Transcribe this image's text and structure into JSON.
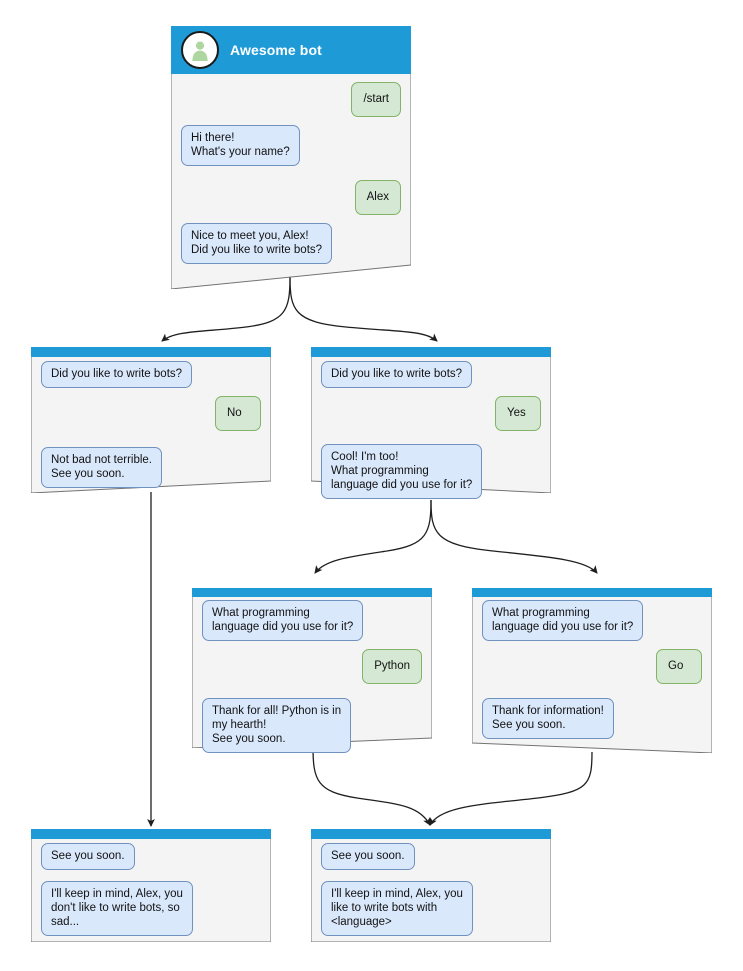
{
  "diagram": {
    "title": "Awesome bot conversation flow",
    "type": "bot-dialog-flowchart"
  },
  "colors": {
    "header_blue": "#1e9ad6",
    "node_fill": "#f4f4f4",
    "node_stroke": "#737373",
    "bot_bubble_fill": "#dae8fc",
    "bot_bubble_stroke": "#7192be",
    "user_bubble_fill": "#d5e8d4",
    "user_bubble_stroke": "#82b366",
    "avatar_person": "#aed6a0",
    "edge_stroke": "#1f1f1f",
    "title_text": "#ffffff"
  },
  "nodes": {
    "root": {
      "id": "root",
      "bot_name": "Awesome bot",
      "avatar_icon": "person-avatar-icon",
      "messages": [
        {
          "side": "user",
          "text": "/start"
        },
        {
          "side": "bot",
          "text": "Hi there!\nWhat's your name?"
        },
        {
          "side": "user",
          "text": "Alex"
        },
        {
          "side": "bot",
          "text": "Nice to meet you, Alex!\nDid you like to write bots?"
        }
      ]
    },
    "no_branch": {
      "id": "no-branch",
      "messages": [
        {
          "side": "bot",
          "text": "Did you like to write bots?"
        },
        {
          "side": "user",
          "text": "No"
        },
        {
          "side": "bot",
          "text": "Not bad not terrible.\nSee you soon."
        }
      ]
    },
    "yes_branch": {
      "id": "yes-branch",
      "messages": [
        {
          "side": "bot",
          "text": "Did you like to write bots?"
        },
        {
          "side": "user",
          "text": "Yes"
        },
        {
          "side": "bot",
          "text": "Cool! I'm too!\nWhat programming\nlanguage did you use for it?"
        }
      ]
    },
    "python_branch": {
      "id": "python-branch",
      "messages": [
        {
          "side": "bot",
          "text": "What programming\nlanguage did you use for it?"
        },
        {
          "side": "user",
          "text": "Python"
        },
        {
          "side": "bot",
          "text": "Thank for all! Python is in\nmy hearth!\nSee you soon."
        }
      ]
    },
    "go_branch": {
      "id": "go-branch",
      "messages": [
        {
          "side": "bot",
          "text": "What programming\nlanguage did you use for it?"
        },
        {
          "side": "user",
          "text": "Go"
        },
        {
          "side": "bot",
          "text": "Thank for information!\nSee you soon."
        }
      ]
    },
    "end_no": {
      "id": "end-no",
      "messages": [
        {
          "side": "bot",
          "text": "See you soon."
        },
        {
          "side": "bot",
          "text": "I'll keep in mind, Alex, you\ndon't like to write bots, so\nsad..."
        }
      ]
    },
    "end_yes": {
      "id": "end-yes",
      "messages": [
        {
          "side": "bot",
          "text": "See you soon."
        },
        {
          "side": "bot",
          "text": "I'll keep in mind, Alex, you\nlike to write bots with\n<language>"
        }
      ]
    }
  }
}
